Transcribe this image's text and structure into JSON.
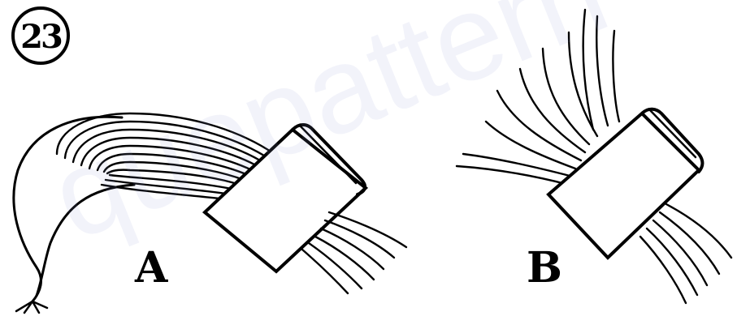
{
  "figure": {
    "number": "23",
    "panels": [
      {
        "id": "a",
        "label": "A"
      },
      {
        "id": "b",
        "label": "B"
      }
    ]
  },
  "watermark": {
    "text": "quepattern"
  }
}
